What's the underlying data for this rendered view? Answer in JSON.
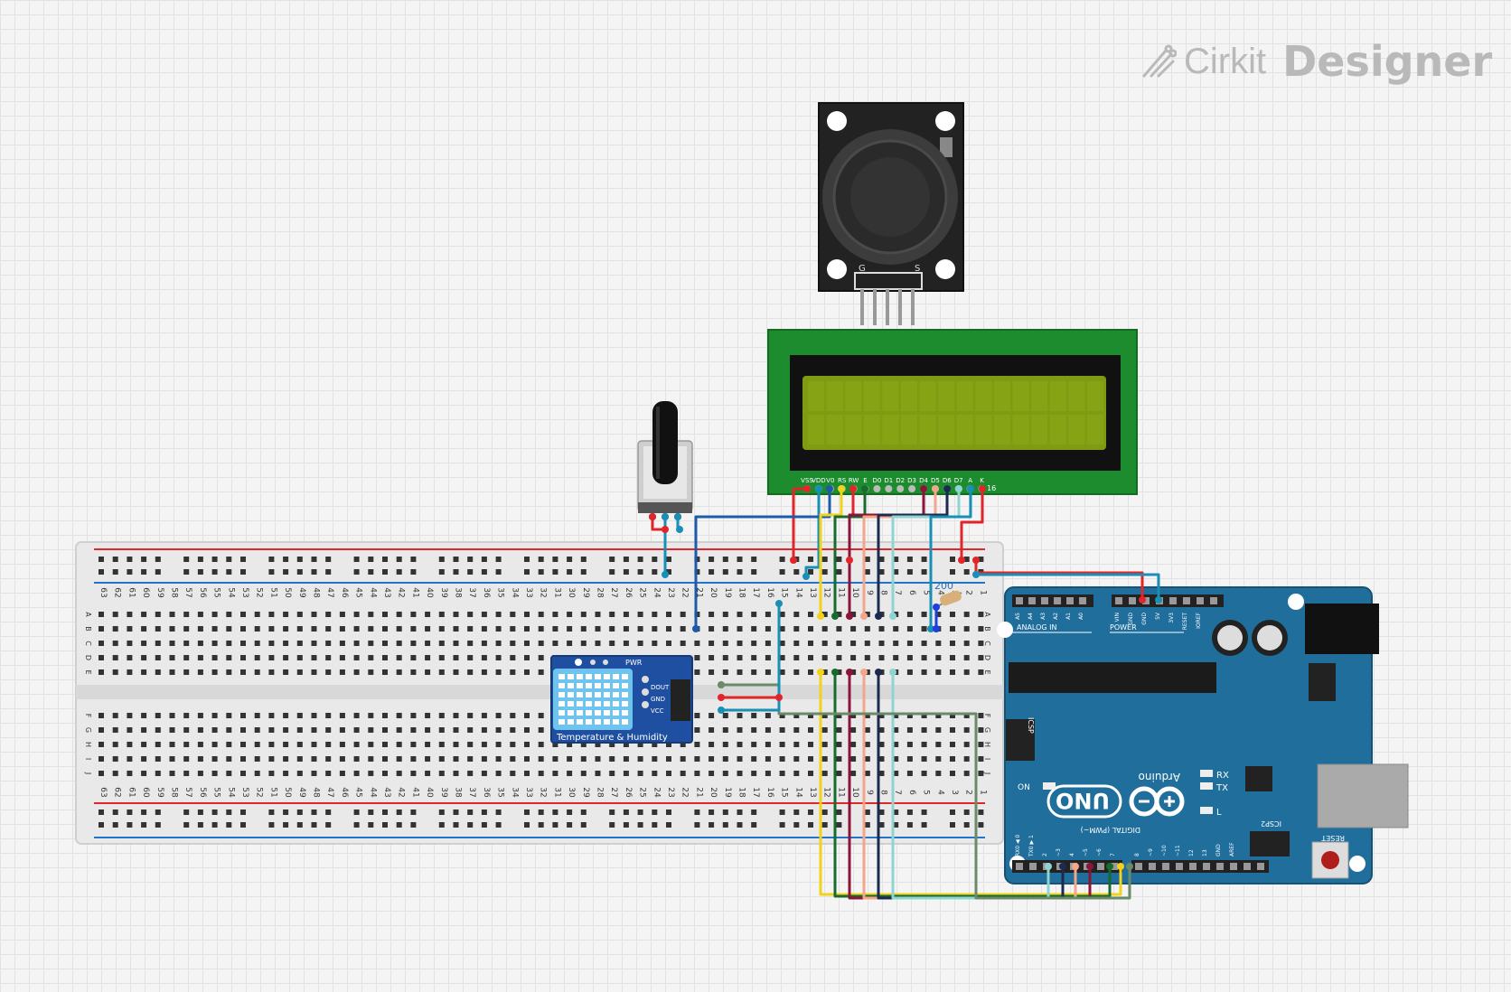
{
  "brand": {
    "part1": "Cirkit",
    "part2": "Designer"
  },
  "breadboard": {
    "row_letters_top": [
      "A",
      "B",
      "C",
      "D",
      "E"
    ],
    "row_letters_bottom": [
      "F",
      "G",
      "H",
      "I",
      "J"
    ],
    "column_numbers": [
      "63",
      "62",
      "61",
      "60",
      "59",
      "58",
      "57",
      "56",
      "55",
      "54",
      "53",
      "52",
      "51",
      "50",
      "49",
      "48",
      "47",
      "46",
      "45",
      "44",
      "43",
      "42",
      "41",
      "40",
      "39",
      "38",
      "37",
      "36",
      "35",
      "34",
      "33",
      "32",
      "31",
      "30",
      "29",
      "28",
      "27",
      "26",
      "25",
      "24",
      "23",
      "22",
      "21",
      "20",
      "19",
      "18",
      "17",
      "16",
      "15",
      "14",
      "13",
      "12",
      "11",
      "10",
      "9",
      "8",
      "7",
      "6",
      "5",
      "4",
      "3",
      "2",
      "1"
    ]
  },
  "joystick": {
    "pin_labels": [
      "G",
      "",
      "",
      "",
      "S"
    ]
  },
  "lcd": {
    "pin_labels": [
      "VSS",
      "VDD",
      "V0",
      "RS",
      "RW",
      "E",
      "D0",
      "D1",
      "D2",
      "D3",
      "D4",
      "D5",
      "D6",
      "D7",
      "A",
      "K"
    ],
    "pin_number": "16"
  },
  "resistor": {
    "label": "200"
  },
  "dht": {
    "title": "Temperature & Humidity",
    "pins": [
      "DOUT",
      "GND",
      "VCC"
    ],
    "pwr_label": "PWR"
  },
  "arduino": {
    "brand": "Arduino",
    "model": "UNO",
    "analog_label": "ANALOG IN",
    "analog_pins": [
      "A5",
      "A4",
      "A3",
      "A2",
      "A1",
      "A0"
    ],
    "power_label": "POWER",
    "power_pins": [
      "VIN",
      "GND",
      "GND",
      "5V",
      "3V3",
      "RESET",
      "IOREF"
    ],
    "digital_label": "DIGITAL (PWM~)",
    "digital_pins_low": [
      "RX0 ◀ 0",
      "TX0 ▶ 1",
      "2",
      "~3",
      "4",
      "~5",
      "~6",
      "7"
    ],
    "digital_pins_high": [
      "8",
      "~9",
      "~10",
      "~11",
      "12",
      "13",
      "GND",
      "AREF"
    ],
    "on_label": "ON",
    "rx_label": "RX",
    "tx_label": "TX",
    "l_label": "L",
    "icsp_label": "ICSP",
    "icsp2_label": "ICSP2",
    "reset_label": "RESET"
  },
  "colors": {
    "board": "#1f6e9c",
    "lcd_pcb": "#1c8c2e",
    "lcd_screen": "#7f9b12",
    "dht": "#1f4fa0",
    "rail_red": "#e0262a",
    "rail_blue": "#2276c9"
  }
}
